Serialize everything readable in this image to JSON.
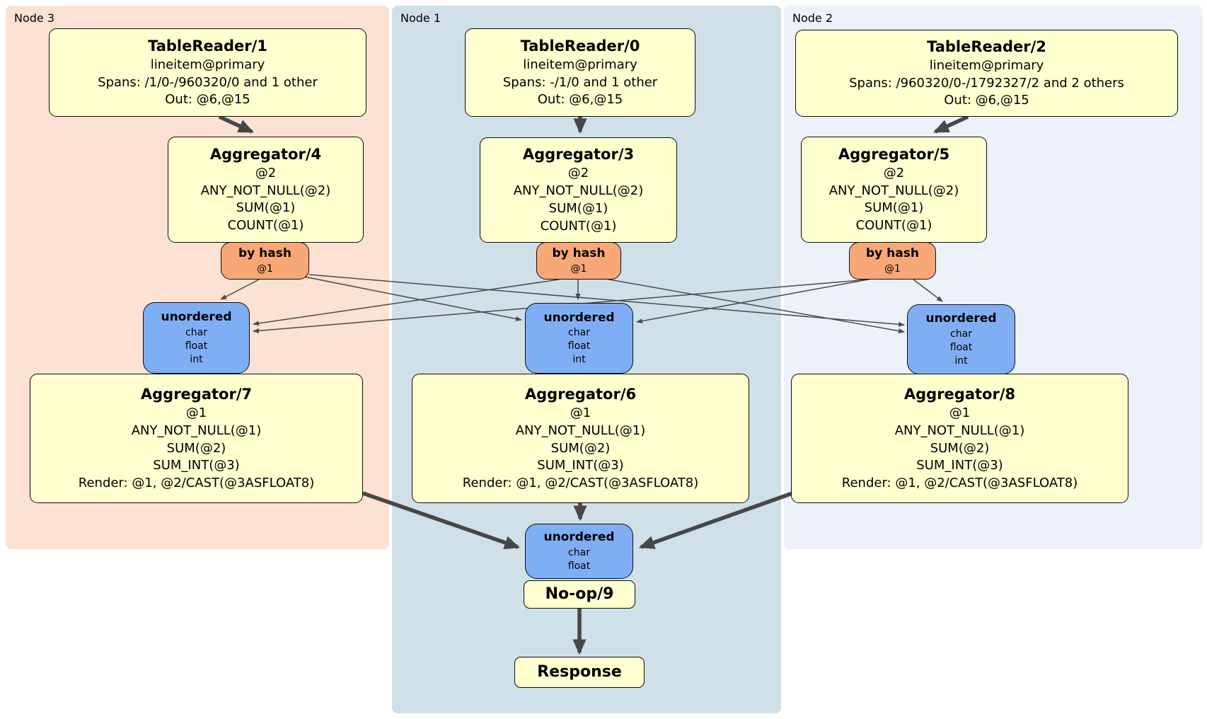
{
  "panels": {
    "node3": {
      "label": "Node 3",
      "color": "#fbe2d3"
    },
    "node1": {
      "label": "Node 1",
      "color": "#cfe0e9"
    },
    "node2": {
      "label": "Node 2",
      "color": "#ecf1fa"
    }
  },
  "colors": {
    "processor_box": "#ffffd0",
    "router_box": "#f8a877",
    "sync_box": "#80aef4",
    "edge": "#4a4a4a",
    "border": "#0d0d0d"
  },
  "processors": {
    "tr1": {
      "title": "TableReader/1",
      "lines": [
        "lineitem@primary",
        "Spans: /1/0-/960320/0 and 1 other",
        "Out: @6,@15"
      ]
    },
    "tr0": {
      "title": "TableReader/0",
      "lines": [
        "lineitem@primary",
        "Spans: -/1/0 and 1 other",
        "Out: @6,@15"
      ]
    },
    "tr2": {
      "title": "TableReader/2",
      "lines": [
        "lineitem@primary",
        "Spans: /960320/0-/1792327/2 and 2 others",
        "Out: @6,@15"
      ]
    },
    "agg4": {
      "title": "Aggregator/4",
      "lines": [
        "@2",
        "ANY_NOT_NULL(@2)",
        "SUM(@1)",
        "COUNT(@1)"
      ]
    },
    "agg3": {
      "title": "Aggregator/3",
      "lines": [
        "@2",
        "ANY_NOT_NULL(@2)",
        "SUM(@1)",
        "COUNT(@1)"
      ]
    },
    "agg5": {
      "title": "Aggregator/5",
      "lines": [
        "@2",
        "ANY_NOT_NULL(@2)",
        "SUM(@1)",
        "COUNT(@1)"
      ]
    },
    "hash3": {
      "title": "by hash",
      "key": "@1"
    },
    "hash1": {
      "title": "by hash",
      "key": "@1"
    },
    "hash2": {
      "title": "by hash",
      "key": "@1"
    },
    "sync3": {
      "title": "unordered",
      "lines": [
        "char",
        "float",
        "int"
      ]
    },
    "sync1": {
      "title": "unordered",
      "lines": [
        "char",
        "float",
        "int"
      ]
    },
    "sync2": {
      "title": "unordered",
      "lines": [
        "char",
        "float",
        "int"
      ]
    },
    "agg7": {
      "title": "Aggregator/7",
      "lines": [
        "@1",
        "ANY_NOT_NULL(@1)",
        "SUM(@2)",
        "SUM_INT(@3)",
        "Render: @1, @2/CAST(@3ASFLOAT8)"
      ]
    },
    "agg6": {
      "title": "Aggregator/6",
      "lines": [
        "@1",
        "ANY_NOT_NULL(@1)",
        "SUM(@2)",
        "SUM_INT(@3)",
        "Render: @1, @2/CAST(@3ASFLOAT8)"
      ]
    },
    "agg8": {
      "title": "Aggregator/8",
      "lines": [
        "@1",
        "ANY_NOT_NULL(@1)",
        "SUM(@2)",
        "SUM_INT(@3)",
        "Render: @1, @2/CAST(@3ASFLOAT8)"
      ]
    },
    "syncfinal": {
      "title": "unordered",
      "lines": [
        "char",
        "float"
      ]
    },
    "noop": {
      "title": "No-op/9"
    },
    "response": {
      "title": "Response"
    }
  },
  "edges": {
    "thick": [
      {
        "from": "TableReader/1",
        "to": "Aggregator/4"
      },
      {
        "from": "TableReader/0",
        "to": "Aggregator/3"
      },
      {
        "from": "TableReader/2",
        "to": "Aggregator/5"
      },
      {
        "from": "Aggregator/7",
        "to": "unordered-final"
      },
      {
        "from": "Aggregator/6",
        "to": "unordered-final"
      },
      {
        "from": "Aggregator/8",
        "to": "unordered-final"
      },
      {
        "from": "No-op/9",
        "to": "Response"
      }
    ],
    "thin": [
      {
        "from": "by-hash-node3",
        "to": "unordered-node3"
      },
      {
        "from": "by-hash-node3",
        "to": "unordered-node1"
      },
      {
        "from": "by-hash-node3",
        "to": "unordered-node2"
      },
      {
        "from": "by-hash-node1",
        "to": "unordered-node3"
      },
      {
        "from": "by-hash-node1",
        "to": "unordered-node1"
      },
      {
        "from": "by-hash-node1",
        "to": "unordered-node2"
      },
      {
        "from": "by-hash-node2",
        "to": "unordered-node3"
      },
      {
        "from": "by-hash-node2",
        "to": "unordered-node1"
      },
      {
        "from": "by-hash-node2",
        "to": "unordered-node2"
      }
    ]
  }
}
